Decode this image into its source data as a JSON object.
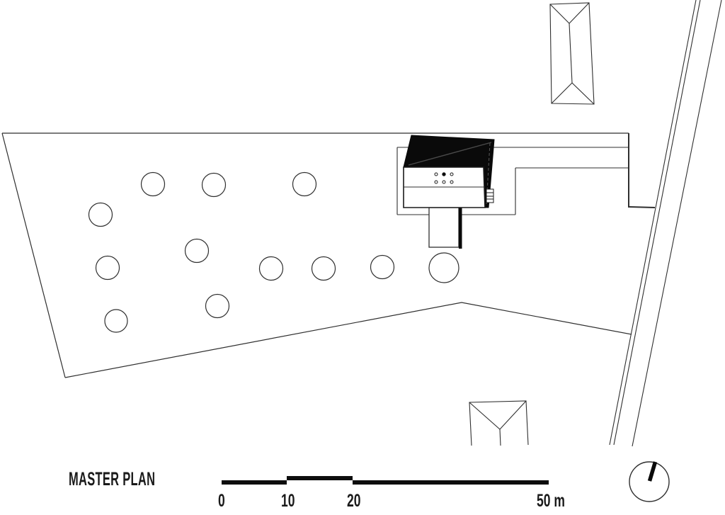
{
  "colors": {
    "background": "#ffffff",
    "line": "#2f2f2f",
    "roof_fill": "#0a0a0a",
    "scalebar_fill": "#0d0d0d",
    "text": "#1a1a1a"
  },
  "plan": {
    "title": "MASTER PLAN"
  },
  "scale_bar": {
    "labels": [
      "0",
      "10",
      "20",
      "50 m"
    ]
  },
  "north_indicator": {
    "icon": "north-arrow-icon"
  },
  "site": {
    "tree_count": 12,
    "building_count": 3
  }
}
